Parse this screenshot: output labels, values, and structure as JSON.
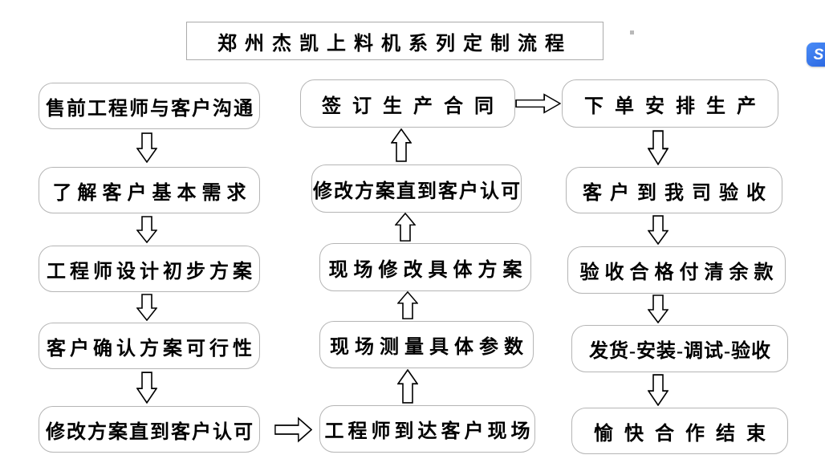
{
  "title": "郑州杰凯上料机系列定制流程",
  "boxes": {
    "left": [
      "售前工程师与客户沟通",
      "了解客户基本需求",
      "工程师设计初步方案",
      "客户确认方案可行性",
      "修改方案直到客户认可"
    ],
    "middle": [
      "签订生产合同",
      "修改方案直到客户认可",
      "现场修改具体方案",
      "现场测量具体参数",
      "工程师到达客户现场"
    ],
    "right": [
      "下单安排生产",
      "客户到我司验收",
      "验收合格付清余款",
      "发货-安装-调试-验收",
      "愉快合作结束"
    ]
  },
  "flow_directions": {
    "left": "down",
    "middle": "up",
    "right": "down"
  },
  "connectors": {
    "left_to_middle": "修改方案直到客户认可 → 工程师到达客户现场",
    "middle_to_right": "签订生产合同 → 下单安排生产"
  },
  "floating_icon": {
    "glyph": "S",
    "color": "#2e6ee7"
  },
  "colors": {
    "background": "#ffffff",
    "box_border": "#b5b5b5",
    "arrow_outline": "#000000"
  }
}
